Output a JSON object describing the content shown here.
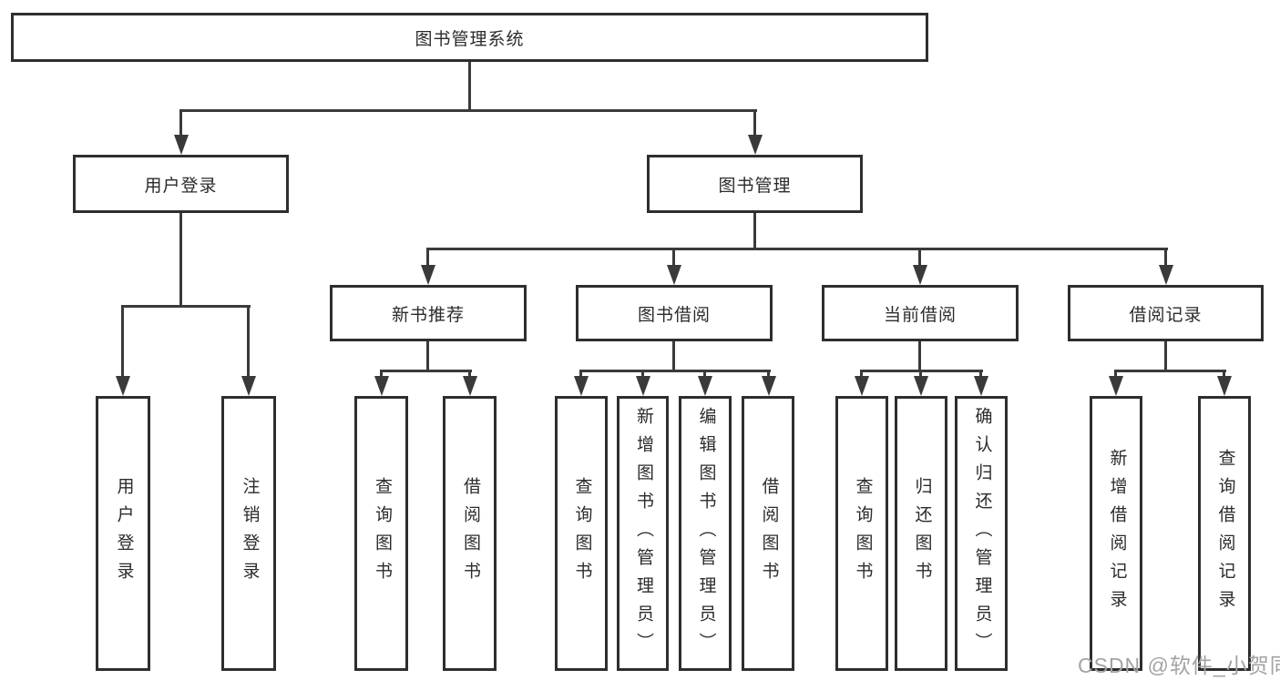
{
  "tree": {
    "root": {
      "label": "图书管理系统"
    },
    "children": [
      {
        "label": "用户登录",
        "children": [
          {
            "label": "用户登录"
          },
          {
            "label": "注销登录"
          }
        ]
      },
      {
        "label": "图书管理",
        "children": [
          {
            "label": "新书推荐",
            "children": [
              {
                "label": "查询图书"
              },
              {
                "label": "借阅图书"
              }
            ]
          },
          {
            "label": "图书借阅",
            "children": [
              {
                "label": "查询图书"
              },
              {
                "label": "新增图书（管理员）"
              },
              {
                "label": "编辑图书（管理员）"
              },
              {
                "label": "借阅图书"
              }
            ]
          },
          {
            "label": "当前借阅",
            "children": [
              {
                "label": "查询图书"
              },
              {
                "label": "归还图书"
              },
              {
                "label": "确认归还（管理员）"
              }
            ]
          },
          {
            "label": "借阅记录",
            "children": [
              {
                "label": "新增借阅记录"
              },
              {
                "label": "查询借阅记录"
              }
            ]
          }
        ]
      }
    ]
  },
  "watermark": "CSDN @软件_小贺同学",
  "colors": {
    "background": "#ffffff",
    "box_border": "#2e2e2e",
    "connector_line": "#3a3a3a",
    "text": "#2b2b2b",
    "watermark_text": "#a3a3a3"
  }
}
